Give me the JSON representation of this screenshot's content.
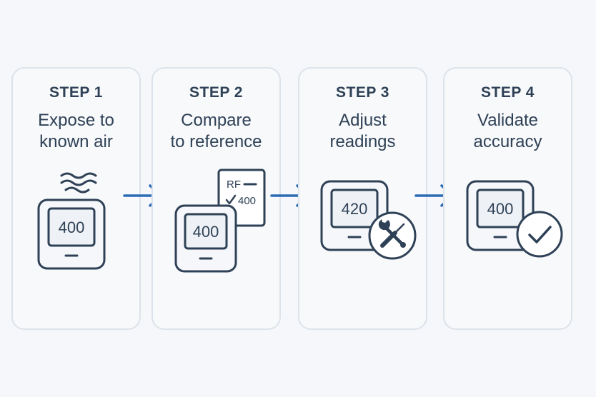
{
  "steps": [
    {
      "label": "STEP 1",
      "title_lines": [
        "Expose to",
        "known air"
      ],
      "display_value": "400"
    },
    {
      "label": "STEP 2",
      "title_lines": [
        "Compare",
        "to reference"
      ],
      "display_value": "400",
      "reference_card": {
        "label": "RF",
        "value": "400"
      }
    },
    {
      "label": "STEP 3",
      "title_lines": [
        "Adjust",
        "readings"
      ],
      "display_value": "420"
    },
    {
      "label": "STEP 4",
      "title_lines": [
        "Validate",
        "accuracy"
      ],
      "display_value": "400"
    }
  ],
  "icons": {
    "step1": "air-waves-icon",
    "step2": "reference-checklist-icon",
    "step3": "tools-icon",
    "step4": "checkmark-icon",
    "connector": "arrow-right-icon"
  },
  "colors": {
    "background": "#f5f7fa",
    "card_border": "#dde3ea",
    "text": "#2f4156",
    "device_stroke": "#2f4156",
    "arrow": "#2b6cb5"
  }
}
